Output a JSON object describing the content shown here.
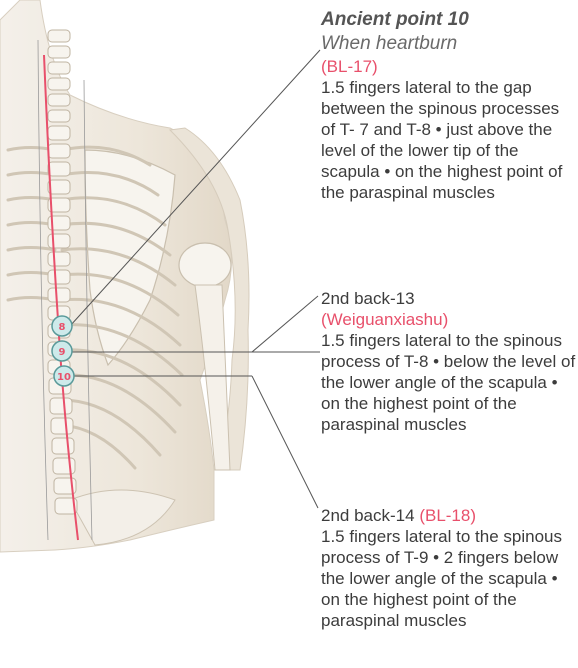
{
  "points": [
    {
      "title": "Ancient point 10",
      "subtitle": "When heartburn",
      "code": "(BL-17)",
      "description": "1.5 fingers lateral to the gap between the spinous processes of T- 7 and T-8 • just above the level of the lower tip of the scapula • on the highest point of the paraspinal muscles",
      "marker": "8"
    },
    {
      "name": "2nd back-13",
      "code": "(Weiguanxiashu)",
      "description": "1.5 fingers lateral to the spinous process of T-8 • below the level of the lower angle of the scapula • on the highest point of the paraspinal muscles",
      "marker": "9"
    },
    {
      "name": "2nd back-14",
      "code": "(BL-18)",
      "description": "1.5 fingers lateral to the spinous process of T-9 • 2 fingers below the lower angle of the scapula • on the highest point of the paraspinal muscles",
      "marker": "10"
    }
  ],
  "colors": {
    "accent": "#e8506b",
    "marker_fill": "#cdeaea",
    "marker_stroke": "#5a9a9a",
    "leader_line": "#555555",
    "skin": "#efe9df",
    "bone": "#ffffff"
  }
}
